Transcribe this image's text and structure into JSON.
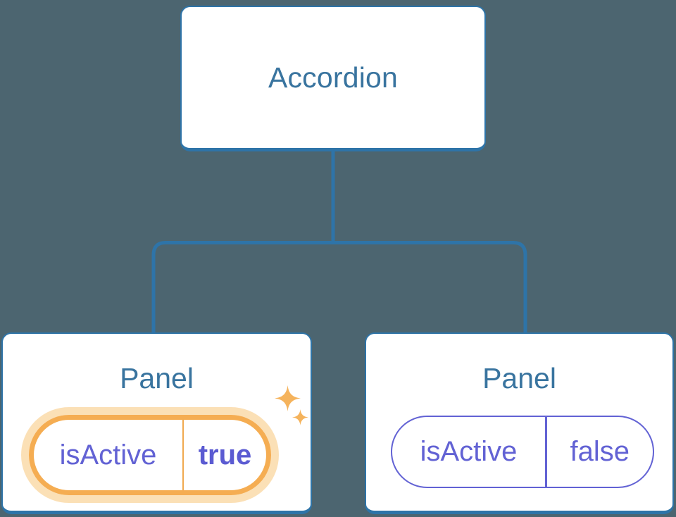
{
  "diagram": {
    "description": "Component tree: parent with two children holding state",
    "background_color": "#4C6570",
    "connector_color": "#2E74A8",
    "node_border_color": "#2E74A8",
    "node_title_color": "#39749F",
    "state_text_color": "#6262D4",
    "highlight_border_color": "#F5AD52",
    "highlight_glow_color": "#FBE0B6",
    "sparkle_color": "#F5B35C",
    "root": {
      "label": "Accordion"
    },
    "panels": [
      {
        "title": "Panel",
        "prop_name": "isActive",
        "prop_value": "true",
        "highlighted": true
      },
      {
        "title": "Panel",
        "prop_name": "isActive",
        "prop_value": "false",
        "highlighted": false
      }
    ],
    "icons": [
      "sparkle-icon",
      "sparkle-icon"
    ]
  }
}
